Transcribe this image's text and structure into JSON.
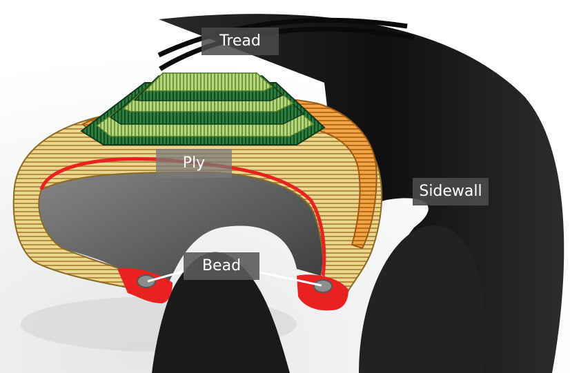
{
  "labels": {
    "tread": "Tread",
    "ply": "Ply",
    "sidewall": "Sidewall",
    "bead": "Bead"
  },
  "colors": {
    "tire_black": "#1b1b1b",
    "belt_green_dark": "#1f6b33",
    "belt_green_light": "#8fbf5a",
    "ply_orange": "#e79a3c",
    "ply_yellow": "#ecd58f",
    "inner_liner_red": "#e8231f",
    "label_box": "#4a4a4a"
  }
}
